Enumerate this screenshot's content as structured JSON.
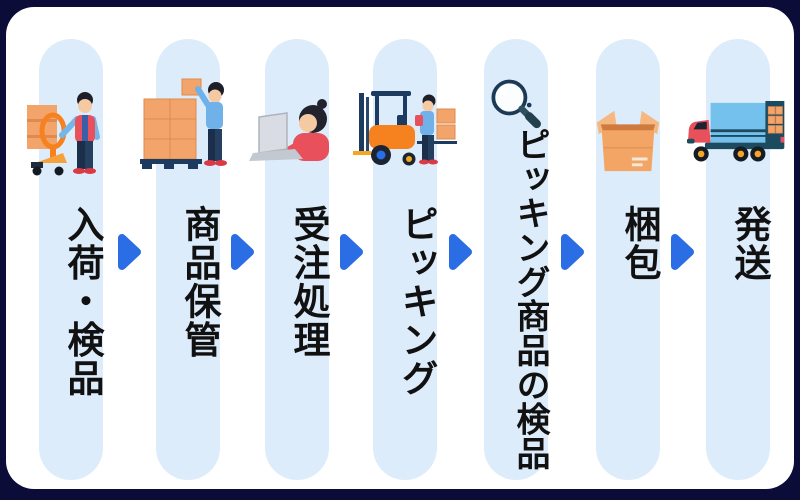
{
  "diagram": {
    "title": "warehouse-fulfillment-process-flow",
    "direction": "left-to-right",
    "steps": [
      {
        "label": "入荷・検品",
        "icon": "pallet-jack-worker-icon"
      },
      {
        "label": "商品保管",
        "icon": "box-stacking-worker-icon"
      },
      {
        "label": "受注処理",
        "icon": "laptop-operator-icon"
      },
      {
        "label": "ピッキング",
        "icon": "forklift-icon"
      },
      {
        "label": "ピッキング商品の検品",
        "icon": "magnifying-glass-icon"
      },
      {
        "label": "梱包",
        "icon": "cardboard-box-icon"
      },
      {
        "label": "発送",
        "icon": "delivery-truck-icon"
      }
    ],
    "connector": {
      "shape": "rounded-right-triangle",
      "count": 6
    }
  },
  "colors": {
    "frame_border": "#0b0c38",
    "panel_bg": "#ffffff",
    "column_bg": "#ddecfa",
    "arrow_blue": "#2b6de4",
    "label_text": "#111111",
    "box_orange": "#f2a46a",
    "accent_red": "#e8505b",
    "shirt_blue": "#6fb1e8",
    "navy": "#1d3a5f",
    "forklift_orange": "#f5821f",
    "truck_container_blue": "#74c1ee",
    "truck_dark_teal": "#1c4a5e"
  }
}
